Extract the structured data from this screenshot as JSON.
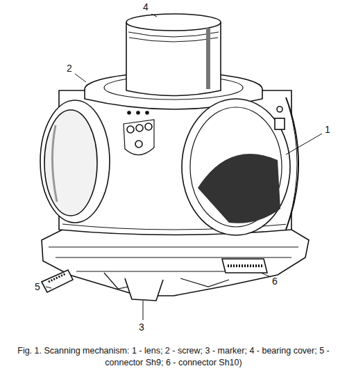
{
  "diagram": {
    "caption": "Fig. 1. Scanning mechanism: 1 - lens; 2 - screw; 3 - marker; 4 - bearing cover; 5 - connector Sh9; 6 - connector Sh10)",
    "labels": [
      "4",
      "2",
      "1",
      "5",
      "6",
      "3"
    ]
  }
}
